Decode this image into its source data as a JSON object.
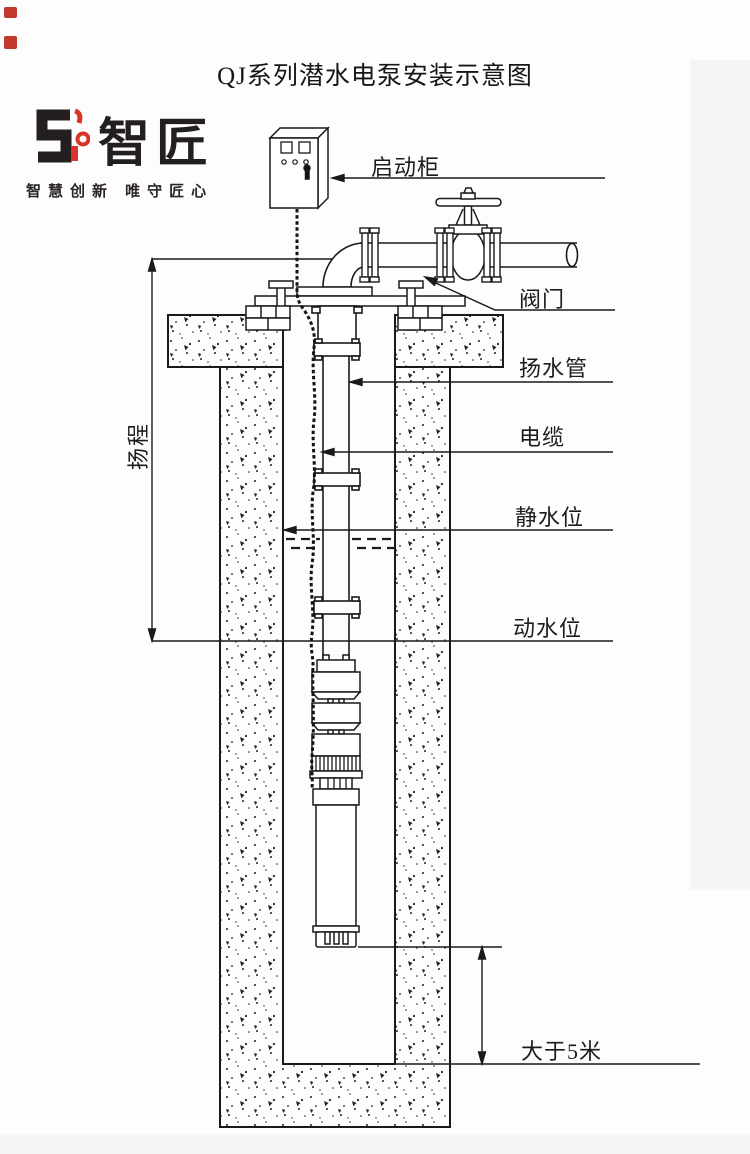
{
  "page": {
    "title": "QJ系列潜水电泵安装示意图"
  },
  "logo": {
    "brand": "智匠",
    "tagline": "智慧创新 唯守匠心",
    "accent_color": "#d9342b",
    "text_color": "#241f1f"
  },
  "labels": {
    "starter_cabinet": "启动柜",
    "valve": "阀门",
    "riser_pipe": "扬水管",
    "cable": "电缆",
    "static_water_level": "静水位",
    "dynamic_water_level": "动水位",
    "head": "扬程",
    "min_depth": "大于5米"
  },
  "colors": {
    "line": "#1a1a1a",
    "accent_red": "#c0392b"
  }
}
